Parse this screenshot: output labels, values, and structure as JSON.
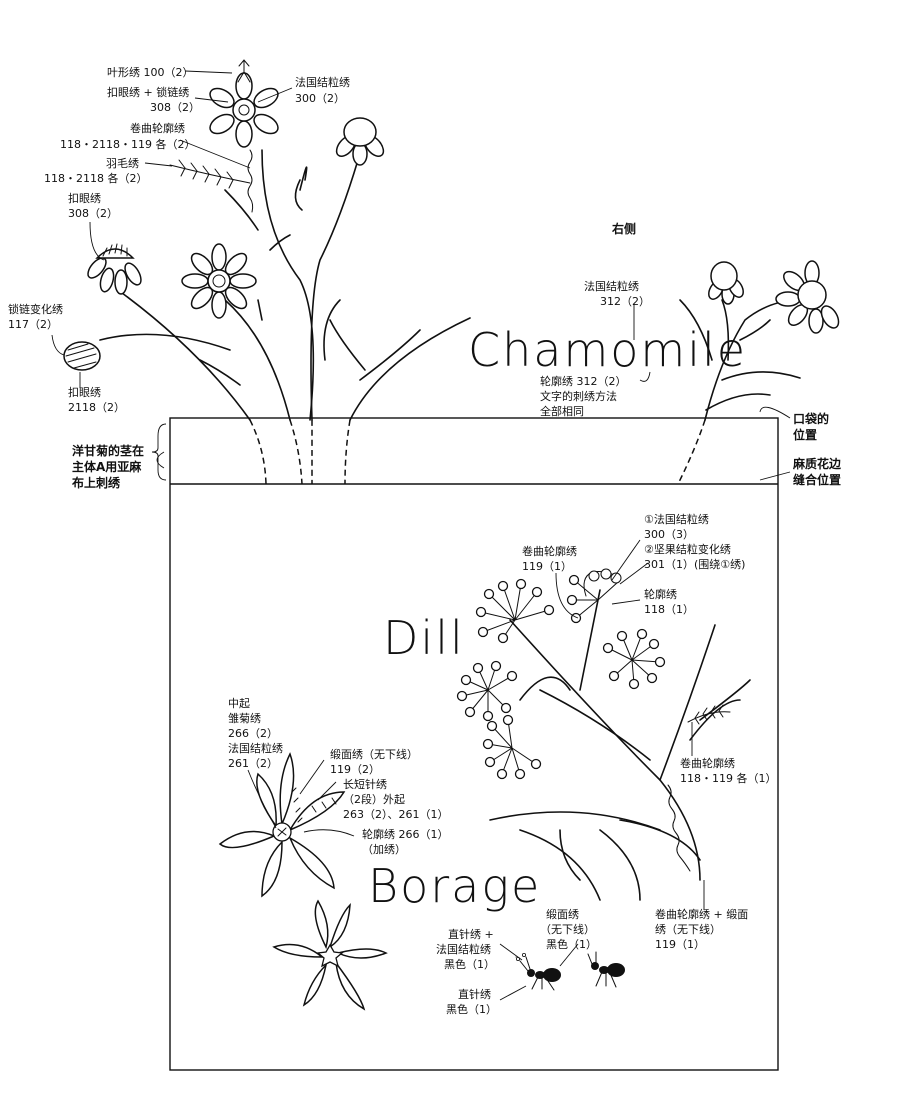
{
  "titles": {
    "chamomile": "Chamomile",
    "dill": "Dill",
    "borage": "Borage"
  },
  "side_labels": {
    "right_side": "右侧",
    "pocket_1": "口袋的",
    "pocket_2": "位置",
    "lace_1": "麻质花边",
    "lace_2": "缝合位置",
    "stem_note_1": "洋甘菊的茎在",
    "stem_note_2": "主体A用亚麻",
    "stem_note_3": "布上刺绣"
  },
  "chamomile_labels": {
    "leaf_stitch": "叶形绣 100（2）",
    "buttonhole_chain_1": "扣眼绣 + 锁链绣",
    "buttonhole_chain_2": "308（2）",
    "french_knot_1": "法国结粒绣",
    "french_knot_1_code": "300（2）",
    "whipped_outline_1": "卷曲轮廓绣",
    "whipped_outline_2": "118・2118・119 各（2）",
    "feather_1": "羽毛绣",
    "feather_2": "118・2118 各（2）",
    "buttonhole_1": "扣眼绣",
    "buttonhole_1_code": "308（2）",
    "chain_variation_1": "锁链变化绣",
    "chain_variation_2": "117（2）",
    "buttonhole_2": "扣眼绣",
    "buttonhole_2_code": "2118（2）",
    "french_knot_2": "法国结粒绣",
    "french_knot_2_code": "312（2）",
    "outline_text_1": "轮廓绣 312（2）",
    "outline_text_2": "文字的刺绣方法",
    "outline_text_3": "全部相同"
  },
  "dill_labels": {
    "french_knot": "①法国结粒绣",
    "french_knot_code": "300（3）",
    "colonial_knot": "②坚果结粒变化绣",
    "colonial_knot_code": "301（1）(围绕①绣)",
    "whipped_outline_1": "卷曲轮廓绣",
    "whipped_outline_1_code": "119（1）",
    "outline": "轮廓绣",
    "outline_code": "118（1）",
    "whipped_outline_2": "卷曲轮廓绣",
    "whipped_outline_2_code": "118・119 各（1）",
    "whipped_satin_1": "卷曲轮廓绣 + 缎面",
    "whipped_satin_2": "绣（无下线）",
    "whipped_satin_3": "119（1）"
  },
  "borage_labels": {
    "center_1": "中起",
    "center_2": "雏菊绣",
    "center_3": "266（2）",
    "center_4": "法国结粒绣",
    "center_5": "261（2）",
    "satin_1": "缎面绣（无下线）",
    "satin_2": "119（2）",
    "long_short_1": "长短针绣",
    "long_short_2": "（2段）外起",
    "long_short_3": "263（2）、261（1）",
    "outline_1": "轮廓绣 266（1）",
    "outline_2": "（加绣）"
  },
  "ant_labels": {
    "straight_french_1": "直针绣 +",
    "straight_french_2": "法国结粒绣",
    "straight_french_3": "黑色（1）",
    "satin_1": "缎面绣",
    "satin_2": "（无下线）",
    "satin_3": "黑色（1）",
    "straight_1": "直针绣",
    "straight_2": "黑色（1）"
  },
  "colors": {
    "ink": "#111111",
    "paper": "#ffffff"
  }
}
